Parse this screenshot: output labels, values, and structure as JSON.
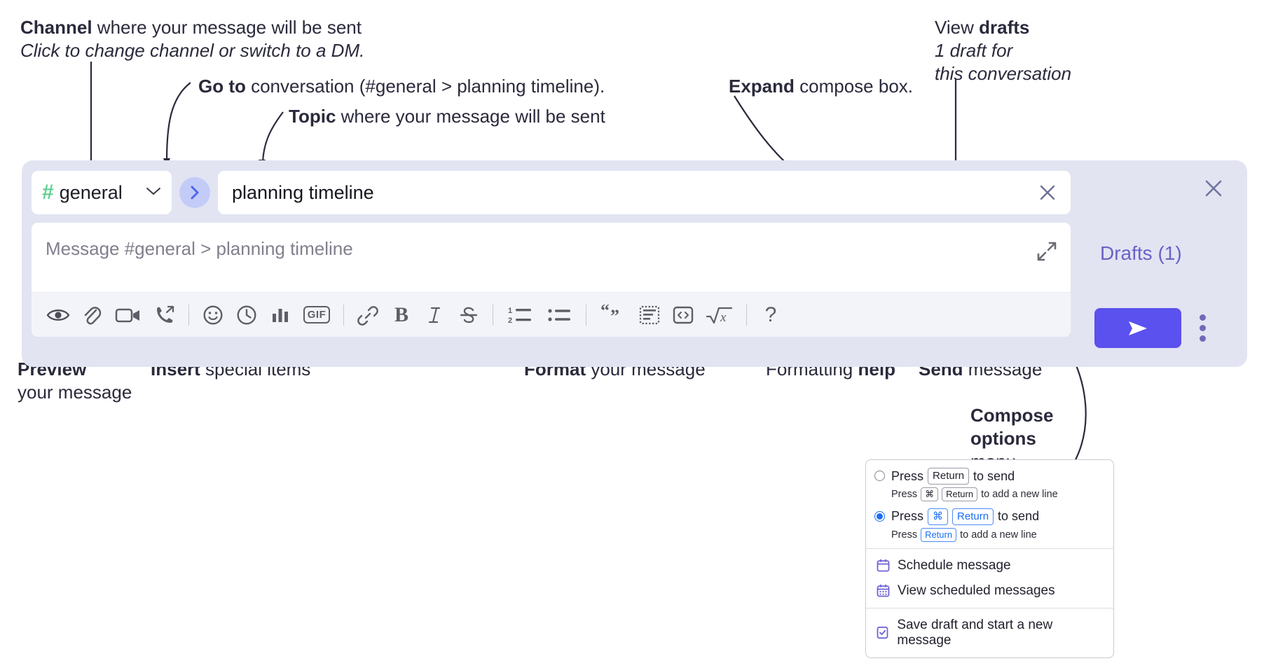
{
  "annotations": {
    "channel": {
      "bold": "Channel",
      "rest": " where your message will be sent",
      "italic": "Click to change channel or switch to a DM."
    },
    "goto": {
      "bold": "Go to",
      "rest": " conversation (#general > planning timeline)."
    },
    "topic": {
      "bold": "Topic",
      "rest": " where your message will be sent"
    },
    "expand": {
      "bold": "Expand",
      "rest": " compose box."
    },
    "drafts": {
      "normal": "View ",
      "bold": "drafts",
      "italic1": "1 draft for",
      "italic2": "this conversation"
    },
    "preview": {
      "bold": "Preview",
      "rest": "your message"
    },
    "insert": {
      "bold": "Insert",
      "rest": " special items"
    },
    "format": {
      "bold": "Format",
      "rest": " your message"
    },
    "formatting_help": {
      "normal": "Formatting ",
      "bold": "help"
    },
    "send": {
      "bold": "Send",
      "rest": " message"
    },
    "compose_options": {
      "bold1": "Compose",
      "bold2": "options",
      "rest": "menu"
    }
  },
  "composer": {
    "channel_name": "general",
    "channel_hash": "#",
    "topic_value": "planning timeline",
    "message_placeholder": "Message #general > planning timeline",
    "drafts_label": "Drafts (1)",
    "toolbar": [
      {
        "name": "preview-icon",
        "label": "Preview"
      },
      {
        "name": "attachment-icon",
        "label": "Attach file"
      },
      {
        "name": "video-icon",
        "label": "Record video clip"
      },
      {
        "name": "call-icon",
        "label": "Start a call"
      },
      {
        "name": "emoji-icon",
        "label": "Emoji"
      },
      {
        "name": "clock-icon",
        "label": "Schedule"
      },
      {
        "name": "poll-icon",
        "label": "Poll"
      },
      {
        "name": "gif-icon",
        "label": "GIF"
      },
      {
        "name": "link-icon",
        "label": "Link"
      },
      {
        "name": "bold-icon",
        "label": "B"
      },
      {
        "name": "italic-icon",
        "label": "I"
      },
      {
        "name": "strikethrough-icon",
        "label": "S"
      },
      {
        "name": "ordered-list-icon",
        "label": "Ordered list"
      },
      {
        "name": "bulleted-list-icon",
        "label": "Bulleted list"
      },
      {
        "name": "blockquote-icon",
        "label": "Blockquote"
      },
      {
        "name": "code-block-icon",
        "label": "Code block"
      },
      {
        "name": "inline-code-icon",
        "label": "Inline code"
      },
      {
        "name": "math-icon",
        "label": "Math"
      },
      {
        "name": "help-icon",
        "label": "?"
      }
    ]
  },
  "menu": {
    "option1": {
      "pre": "Press",
      "key": "Return",
      "post": "to send",
      "sub_pre": "Press",
      "sub_key1": "⌘",
      "sub_key2": "Return",
      "sub_post": "to add a new line",
      "selected": false
    },
    "option2": {
      "pre": "Press",
      "key1": "⌘",
      "key2": "Return",
      "post": "to send",
      "sub_pre": "Press",
      "sub_key": "Return",
      "sub_post": "to add a new line",
      "selected": true
    },
    "items": [
      {
        "icon": "calendar-icon",
        "label": "Schedule message"
      },
      {
        "icon": "calendar-grid-icon",
        "label": "View scheduled messages"
      },
      {
        "icon": "save-draft-icon",
        "label": "Save draft and start a new message"
      }
    ]
  },
  "colors": {
    "panel_bg": "#e2e4f2",
    "send_button": "#5a51ef",
    "hash_green": "#5fcf92",
    "drafts_purple": "#6a62c6",
    "goto_bg": "#c3ccf8",
    "menu_icon_purple": "#6f63d6",
    "radio_blue": "#1a6ef5"
  }
}
